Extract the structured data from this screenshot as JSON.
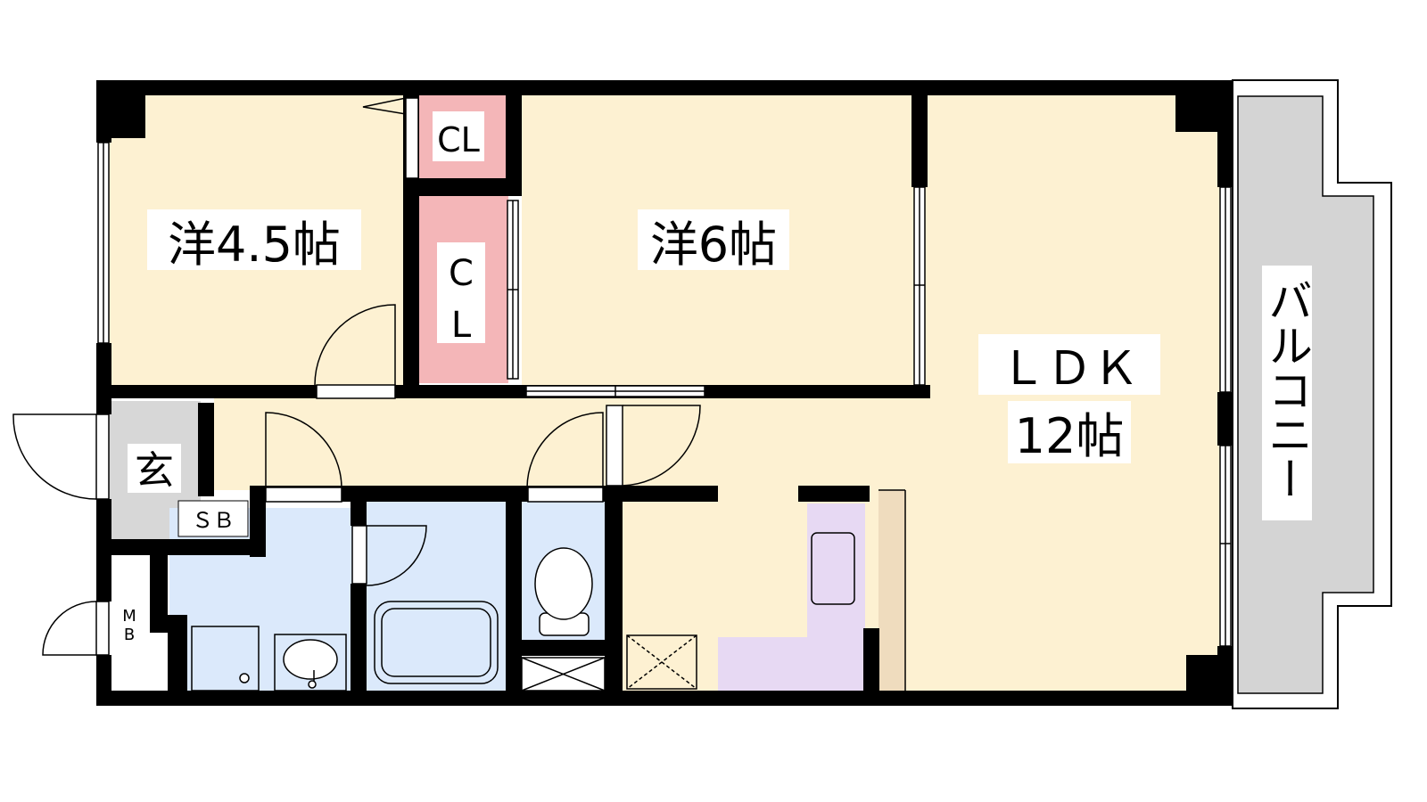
{
  "rooms": {
    "western_a": {
      "name": "洋4.5帖"
    },
    "western_b": {
      "name": "洋6帖"
    },
    "closet_top": {
      "name": "CL"
    },
    "closet_mid_c": "C",
    "closet_mid_l": "L",
    "ldk": {
      "name": "ＬＤＫ",
      "size": "12帖"
    },
    "balcony": {
      "name": "バルコニー"
    },
    "entrance": {
      "name": "玄"
    },
    "shoe_box": {
      "name": "ＳＢ"
    },
    "meter_box": {
      "m": "M",
      "b": "B"
    }
  },
  "colors": {
    "room_fill": "#fdf1d2",
    "closet_fill": "#f4b6b8",
    "wet_area_fill": "#dbe9fb",
    "kitchen_fill": "#e7d9f3",
    "entrance_fill": "#d7d7d7",
    "balcony_fill": "#d4d4d4",
    "counter_fill": "#efdcbe",
    "wall": "#000000"
  }
}
